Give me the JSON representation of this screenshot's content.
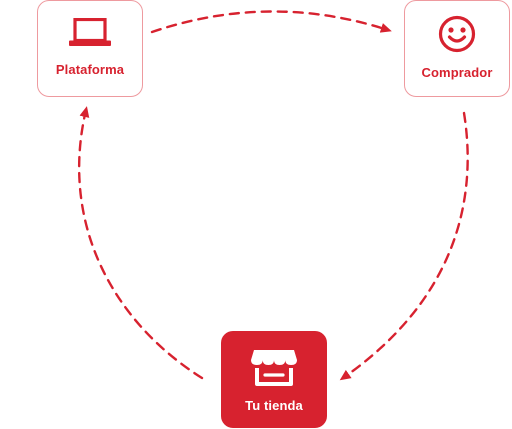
{
  "colors": {
    "accent": "#d7222f",
    "border": "#ee9a9f",
    "background": "#ffffff"
  },
  "nodes": {
    "plataforma": {
      "label": "Plataforma",
      "icon": "laptop-icon"
    },
    "comprador": {
      "label": "Comprador",
      "icon": "smiley-face-icon"
    },
    "tienda": {
      "label": "Tu tienda",
      "icon": "storefront-icon"
    }
  },
  "connectors": [
    {
      "from": "Plataforma",
      "to": "Comprador",
      "style": "dashed",
      "arrow": "end"
    },
    {
      "from": "Comprador",
      "to": "Tu tienda",
      "style": "dashed",
      "arrow": "end"
    },
    {
      "from": "Tu tienda",
      "to": "Plataforma",
      "style": "dashed",
      "arrow": "end"
    }
  ]
}
